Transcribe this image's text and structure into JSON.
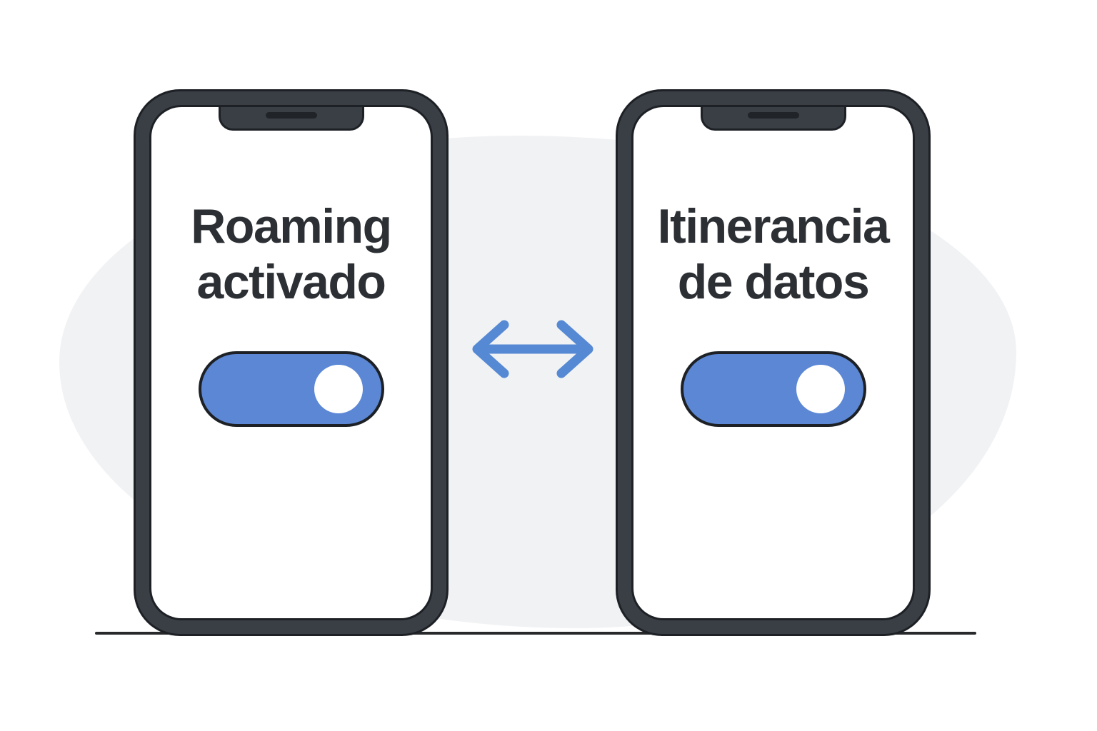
{
  "illustration_title": "Roaming equivalence diagram",
  "colors": {
    "bg": "#ffffff",
    "blob": "#f1f2f4",
    "frame": "#3a3f46",
    "outline": "#1d2125",
    "speaker": "#202428",
    "text": "#2c3034",
    "toggle_blue": "#5b87d5",
    "arrow_blue": "#5589d3",
    "line": "#28292b"
  },
  "phones": [
    {
      "label": [
        "Roaming",
        "activado"
      ],
      "toggle_on": "true"
    },
    {
      "label": [
        "Itinerancia",
        "de datos"
      ],
      "toggle_on": "true"
    }
  ],
  "icons": {
    "arrow": "double-horizontal-arrow-icon",
    "speaker": "speaker-slot",
    "toggle": "toggle-switch-on"
  }
}
